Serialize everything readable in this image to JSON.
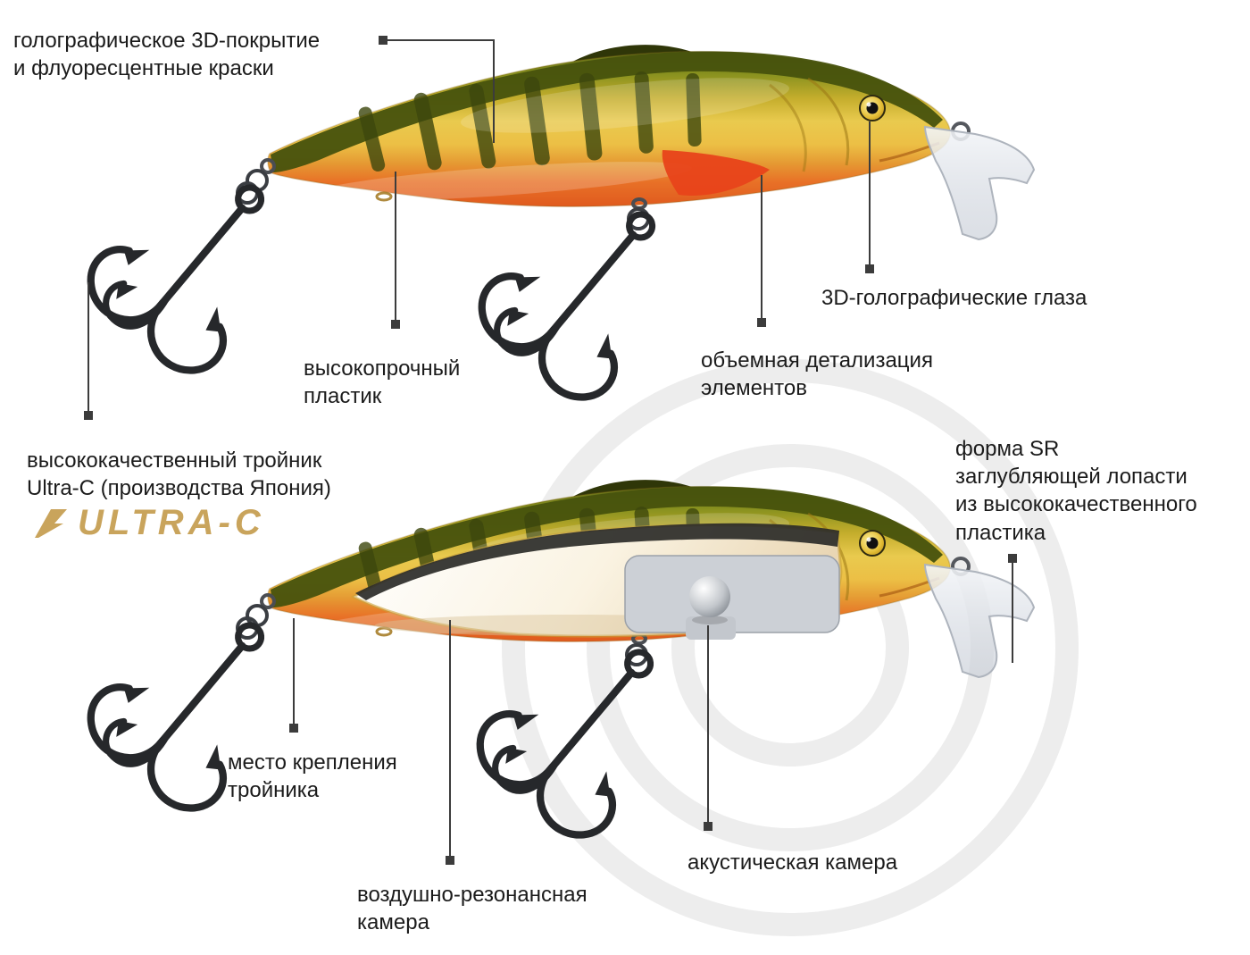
{
  "diagram": {
    "callouts": {
      "coating": {
        "label": "голографическое 3D-покрытие\nи флуоресцентные краски"
      },
      "plastic": {
        "label": "высокопрочный\nпластик"
      },
      "eyes": {
        "label": "3D-голографические глаза"
      },
      "detail": {
        "label": "объемная детализация\nэлементов"
      },
      "hook": {
        "label": "высококачественный тройник\nUltra-C (производства Япония)"
      },
      "sr": {
        "label": "форма SR\nзаглубляющей лопасти\nиз высококачественного\nпластика"
      },
      "attach": {
        "label": "место крепления\nтройника"
      },
      "air": {
        "label": "воздушно-резонансная\nкамера"
      },
      "acoustic": {
        "label": "акустическая камера"
      }
    },
    "logo": {
      "text": "ULTRA-C",
      "color": "#c9a45c"
    },
    "colors": {
      "text": "#1b1b1b",
      "callout_line": "#3c3c3c",
      "logo_gold": "#c9a45c",
      "lure_olive_back": "#47520d",
      "lure_gold": "#e9ca4e",
      "lure_orange_belly": "#e05a1e",
      "fin_red": "#e8431a",
      "hook_metal": "#26282b",
      "sound_wave_gray": "#ededed",
      "chamber_gray": "#ccd0d6",
      "interior_cream": "#e9d6b4"
    }
  }
}
